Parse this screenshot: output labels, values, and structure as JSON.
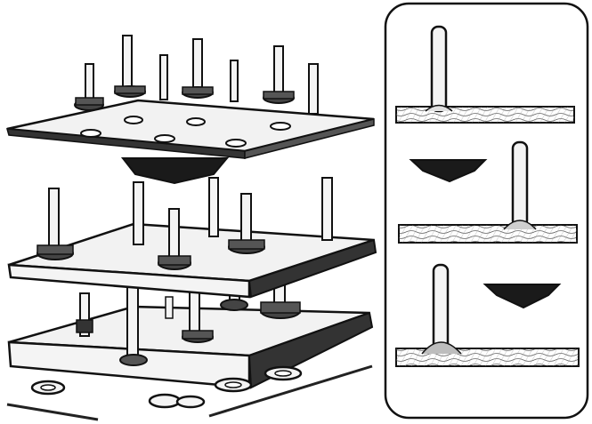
{
  "figure": {
    "background": "#ffffff",
    "ink": "#1a1a1a",
    "paper": "#f4f4f4",
    "wood": "#d9d9d9",
    "arrow_color": "#1a1a1a",
    "left_panel": {
      "stages": [
        "top-plate-assembly",
        "two-plate-stack-assembly"
      ],
      "loose_nuts": 5
    },
    "right_panel": {
      "steps": [
        "rod-on-board",
        "rod-on-board-fixed",
        "rod-on-board-set"
      ],
      "arrow_icons": [
        "down-arrow-icon",
        "down-arrow-icon",
        "down-arrow-icon"
      ]
    }
  }
}
